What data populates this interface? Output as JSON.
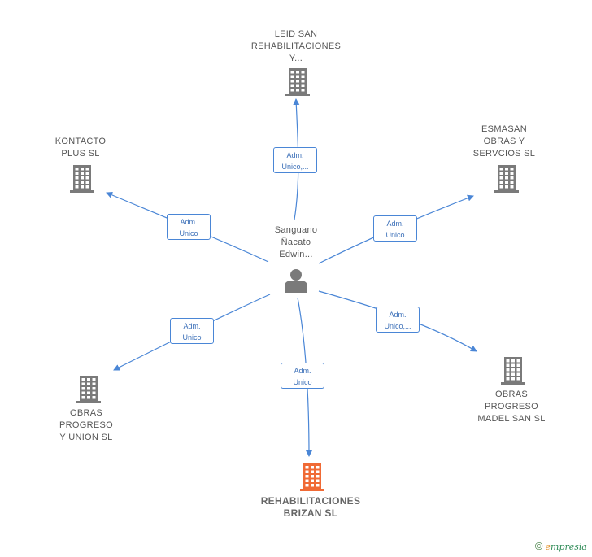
{
  "colors": {
    "edge": "#4a86d6",
    "building": "#7a7a7a",
    "building_target": "#f06a35",
    "person": "#7a7a7a"
  },
  "center": {
    "lines": [
      "Sanguano",
      "Ñacato",
      "Edwin..."
    ],
    "icon": "person-icon"
  },
  "nodes": [
    {
      "id": "leid",
      "lines": [
        "LEID SAN",
        "REHABILITACIONES",
        "Y..."
      ],
      "icon": "building-icon"
    },
    {
      "id": "kontacto",
      "lines": [
        "KONTACTO",
        "PLUS SL"
      ],
      "icon": "building-icon"
    },
    {
      "id": "esmasan",
      "lines": [
        "ESMASAN",
        "OBRAS Y",
        "SERVCIOS  SL"
      ],
      "icon": "building-icon"
    },
    {
      "id": "obras-union",
      "lines": [
        "OBRAS",
        "PROGRESO",
        "Y UNION SL"
      ],
      "icon": "building-icon"
    },
    {
      "id": "obras-madel",
      "lines": [
        "OBRAS",
        "PROGRESO",
        "MADEL SAN  SL"
      ],
      "icon": "building-icon"
    },
    {
      "id": "rehab-brizan",
      "lines": [
        "REHABILITACIONES",
        "BRIZAN  SL"
      ],
      "icon": "building-icon",
      "highlight": true
    }
  ],
  "edges": [
    {
      "to": "leid",
      "lines": [
        "Adm.",
        "Unico,..."
      ]
    },
    {
      "to": "kontacto",
      "lines": [
        "Adm.",
        "Unico"
      ]
    },
    {
      "to": "esmasan",
      "lines": [
        "Adm.",
        "Unico"
      ]
    },
    {
      "to": "obras-union",
      "lines": [
        "Adm.",
        "Unico"
      ]
    },
    {
      "to": "obras-madel",
      "lines": [
        "Adm.",
        "Unico,..."
      ]
    },
    {
      "to": "rehab-brizan",
      "lines": [
        "Adm.",
        "Unico"
      ]
    }
  ],
  "footer": {
    "copyright_symbol": "©",
    "brand_initial": "e",
    "brand_rest": "mpresia"
  }
}
